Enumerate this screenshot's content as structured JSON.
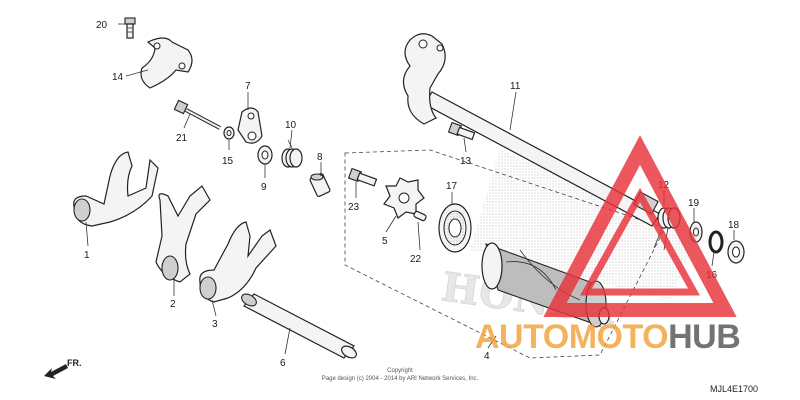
{
  "callouts": [
    {
      "id": "20",
      "label": "20"
    },
    {
      "id": "14",
      "label": "14"
    },
    {
      "id": "7",
      "label": "7"
    },
    {
      "id": "21",
      "label": "21"
    },
    {
      "id": "15",
      "label": "15"
    },
    {
      "id": "10",
      "label": "10"
    },
    {
      "id": "9",
      "label": "9"
    },
    {
      "id": "8",
      "label": "8"
    },
    {
      "id": "1",
      "label": "1"
    },
    {
      "id": "2",
      "label": "2"
    },
    {
      "id": "3",
      "label": "3"
    },
    {
      "id": "6",
      "label": "6"
    },
    {
      "id": "23",
      "label": "23"
    },
    {
      "id": "5",
      "label": "5"
    },
    {
      "id": "22",
      "label": "22"
    },
    {
      "id": "17",
      "label": "17"
    },
    {
      "id": "13",
      "label": "13"
    },
    {
      "id": "11",
      "label": "11"
    },
    {
      "id": "12",
      "label": "12"
    },
    {
      "id": "19",
      "label": "19"
    },
    {
      "id": "18",
      "label": "18"
    },
    {
      "id": "16",
      "label": "16"
    },
    {
      "id": "4",
      "label": "4"
    }
  ],
  "direction_label": "FR.",
  "diagram_code": "MJL4E1700",
  "copyright_line1": "Copyright",
  "copyright_line2": "Page design (c) 2004 - 2014 by ARI Network Services, Inc.",
  "watermark": {
    "brand_auto": "AUTO",
    "brand_moto": "MOTO",
    "brand_hub": "HUB",
    "color_accent": "#f2a23a",
    "color_dark": "#555555",
    "color_triangle": "#e8323a"
  },
  "background_logo_text": "HONDA"
}
